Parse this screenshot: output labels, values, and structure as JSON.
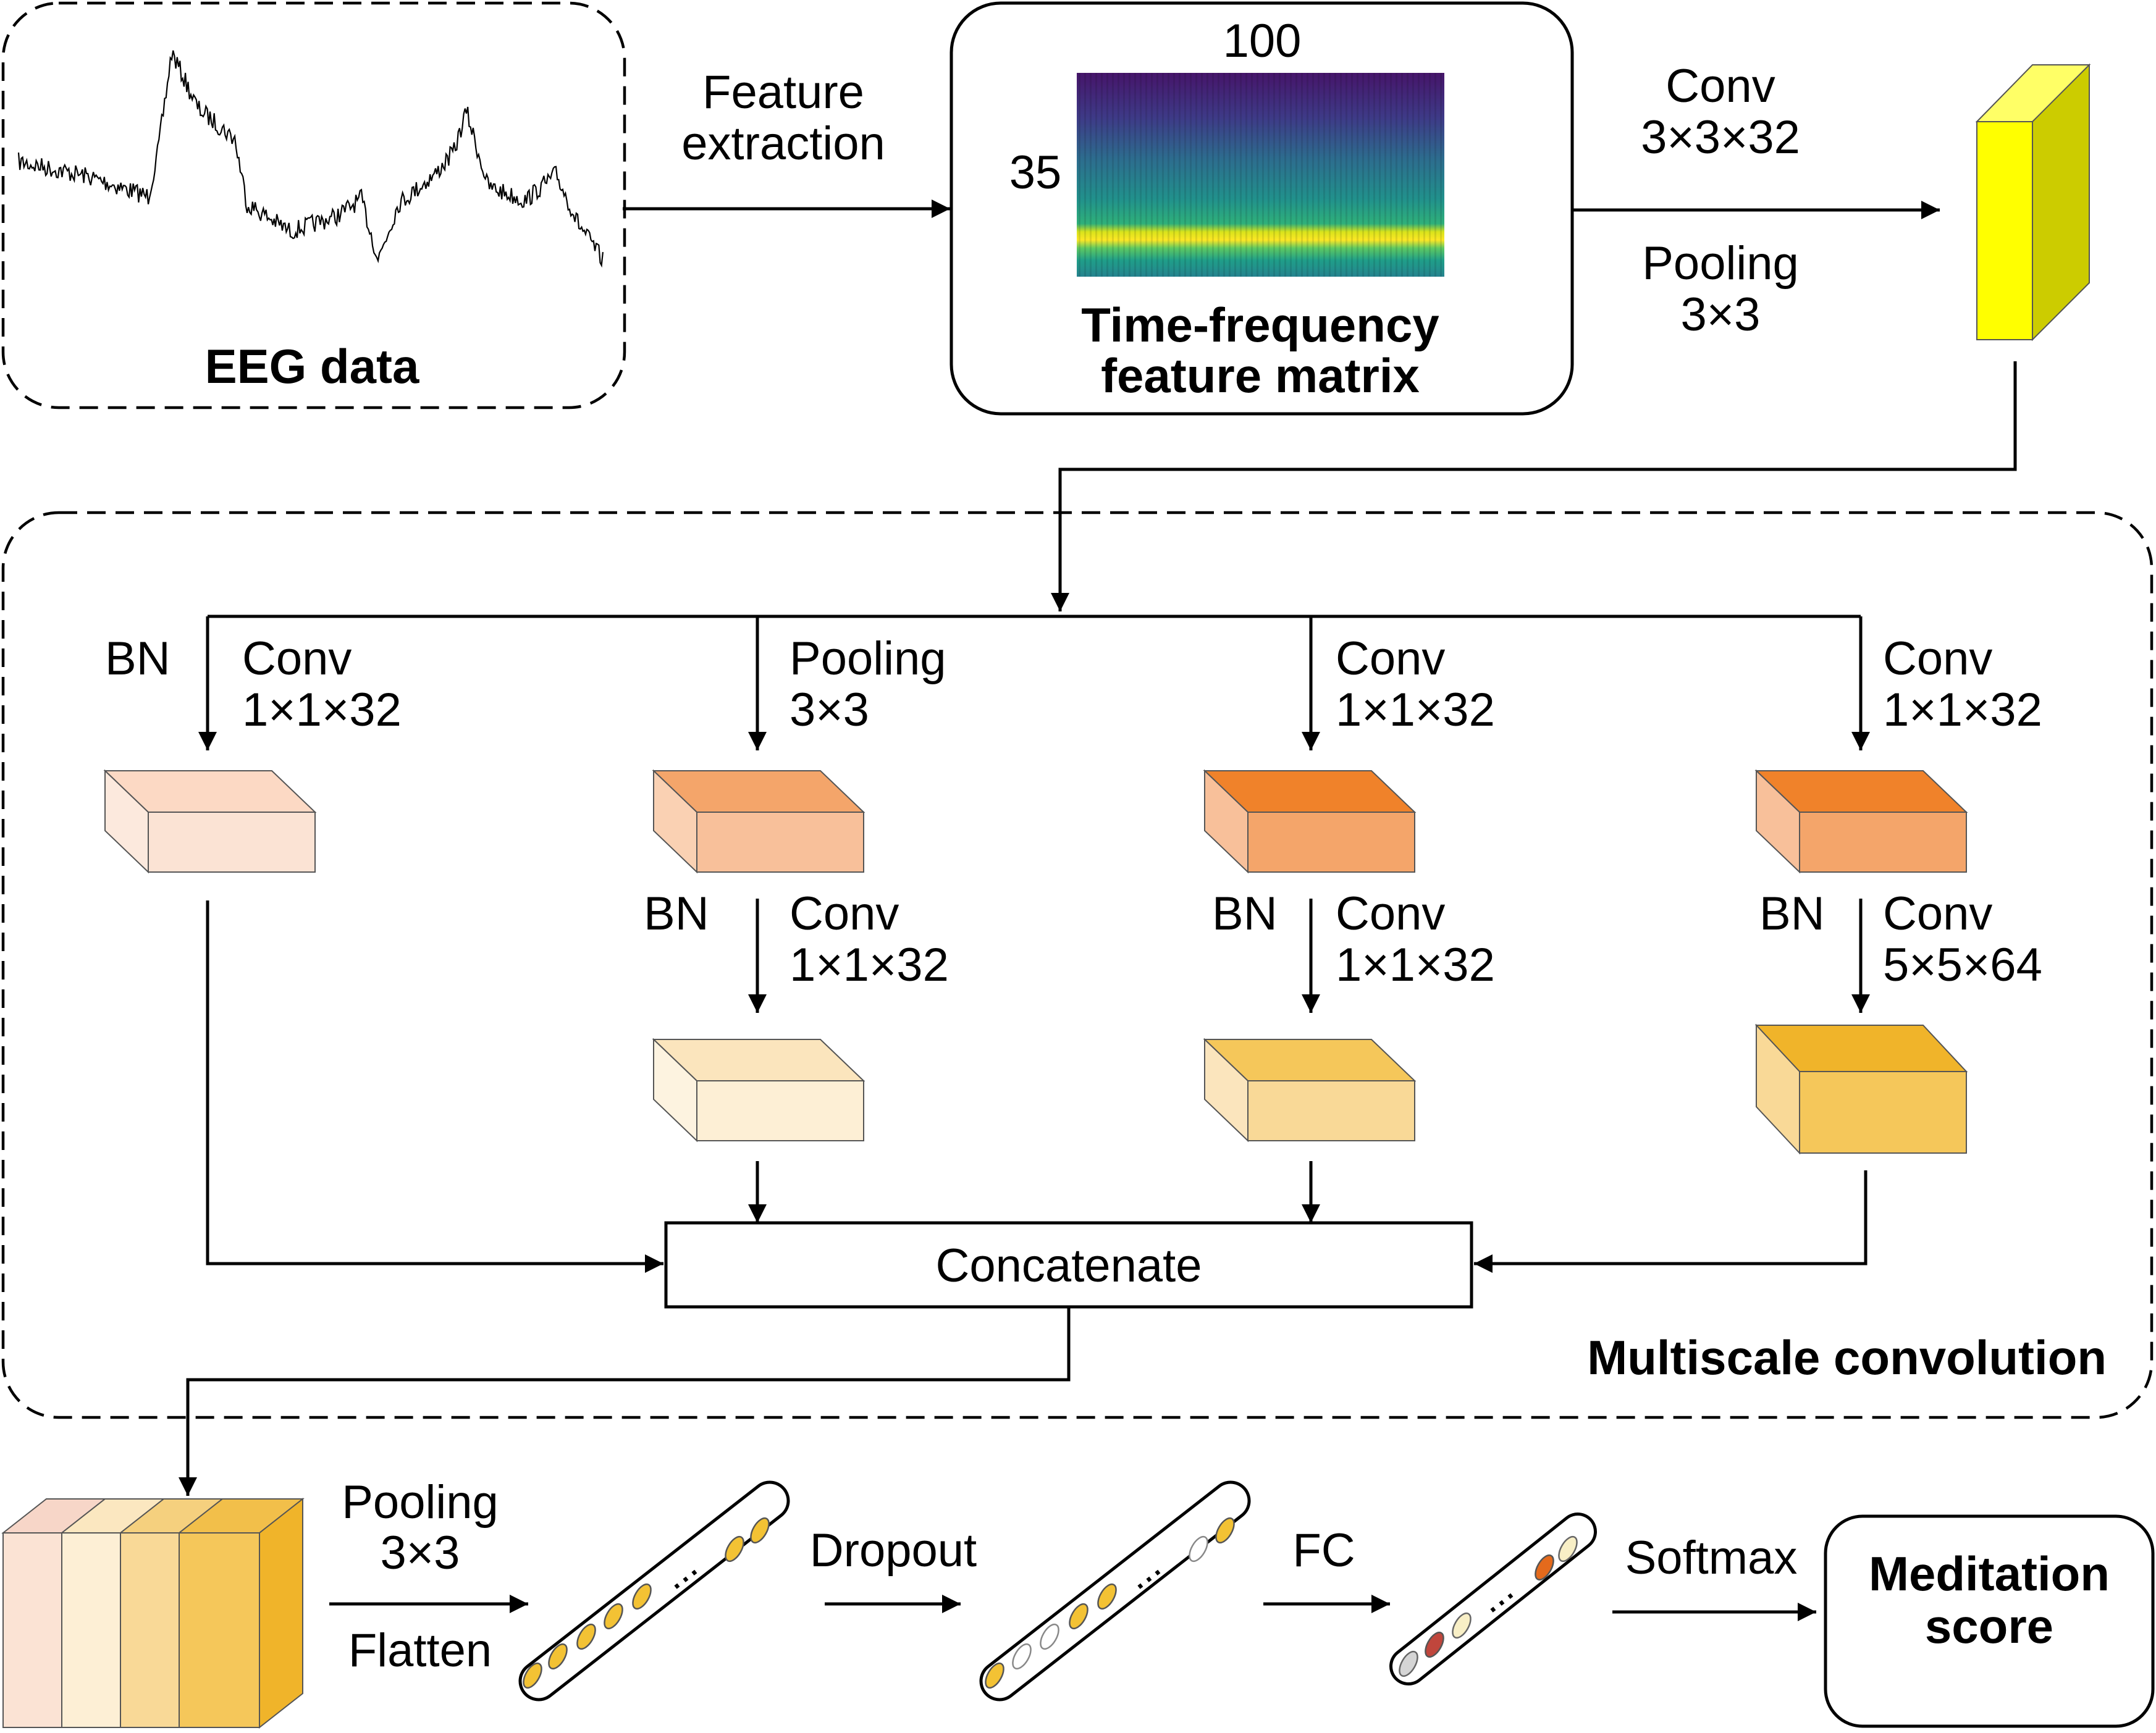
{
  "eeg": {
    "label": "EEG data"
  },
  "feature_extraction": {
    "line1": "Feature",
    "line2": "extraction"
  },
  "tf_matrix": {
    "title_line1": "Time-frequency",
    "title_line2": "feature matrix",
    "x_size": "100",
    "y_size": "35"
  },
  "first_layer": {
    "conv_line1": "Conv",
    "conv_line2": "3×3×32",
    "pool_line1": "Pooling",
    "pool_line2": "3×3"
  },
  "multiscale": {
    "title": "Multiscale convolution",
    "branch1": {
      "bn": "BN",
      "conv_line1": "Conv",
      "conv_line2": "1×1×32"
    },
    "branch2": {
      "top_line1": "Pooling",
      "top_line2": "3×3",
      "bn": "BN",
      "conv_line1": "Conv",
      "conv_line2": "1×1×32"
    },
    "branch3": {
      "top_line1": "Conv",
      "top_line2": "1×1×32",
      "bn": "BN",
      "conv_line1": "Conv",
      "conv_line2": "1×1×32"
    },
    "branch4": {
      "top_line1": "Conv",
      "top_line2": "1×1×32",
      "bn": "BN",
      "conv_line1": "Conv",
      "conv_line2": "5×5×64"
    },
    "concat": "Concatenate"
  },
  "bottom": {
    "pool_line1": "Pooling",
    "pool_line2": "3×3",
    "flatten": "Flatten",
    "dropout": "Dropout",
    "fc": "FC",
    "softmax": "Softmax",
    "ellipsis": "...",
    "result_line1": "Meditation",
    "result_line2": "score"
  },
  "colors": {
    "cube_yellow": "#ffff00",
    "cube_yellow_side": "#cccc00",
    "orange_pale": "#fbe3d4",
    "orange_light": "#f8c09a",
    "orange_mid": "#f4a56a",
    "orange_deep": "#f0822a",
    "gold_pale": "#fdefd5",
    "gold_light": "#f9d997",
    "gold_mid": "#f5c75a",
    "gold_deep": "#f0b42a",
    "node_gold": "#f3c234",
    "node_grey": "#d5d5d5",
    "node_red": "#c0463c",
    "node_orange": "#e46a1c",
    "node_cream": "#f8efc6"
  }
}
